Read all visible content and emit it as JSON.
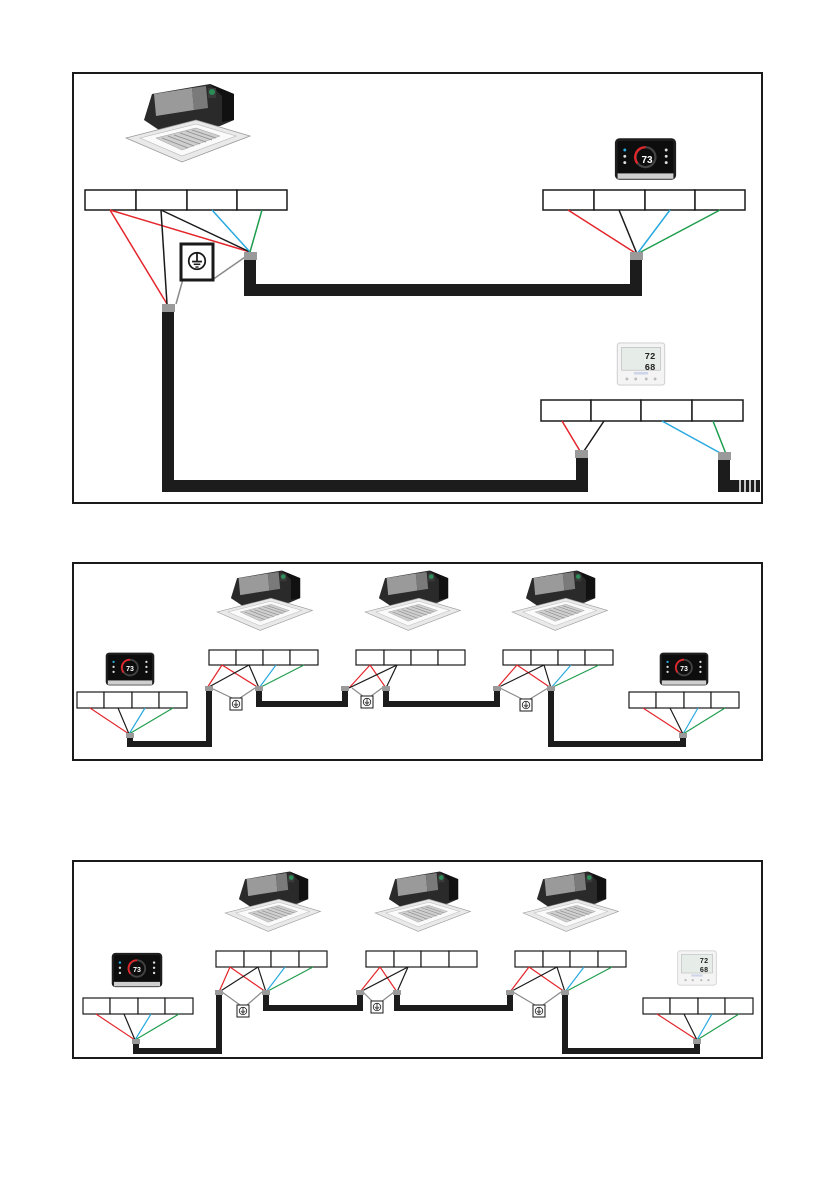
{
  "wire_colors": {
    "red": "#e3262b",
    "black": "#1a1a1a",
    "blue": "#28a9e0",
    "green": "#1f9d4e",
    "gray": "#8a8a8a",
    "cable": "#1c1c1c",
    "cable_end": "#9a9a9a",
    "frame": "#1a1a1a"
  },
  "icons": {
    "indoor_unit": "ceiling-cassette-unit-icon",
    "smart_controller": "touchscreen-thermostat-icon",
    "wired_controller": "lcd-wall-controller-icon",
    "ground": "ground-symbol-icon",
    "terminator": "cable-terminator-icon"
  },
  "displays": {
    "touch_temp": "73",
    "touch_temp_small": "73",
    "lcd_set": "72",
    "lcd_room": "68"
  }
}
